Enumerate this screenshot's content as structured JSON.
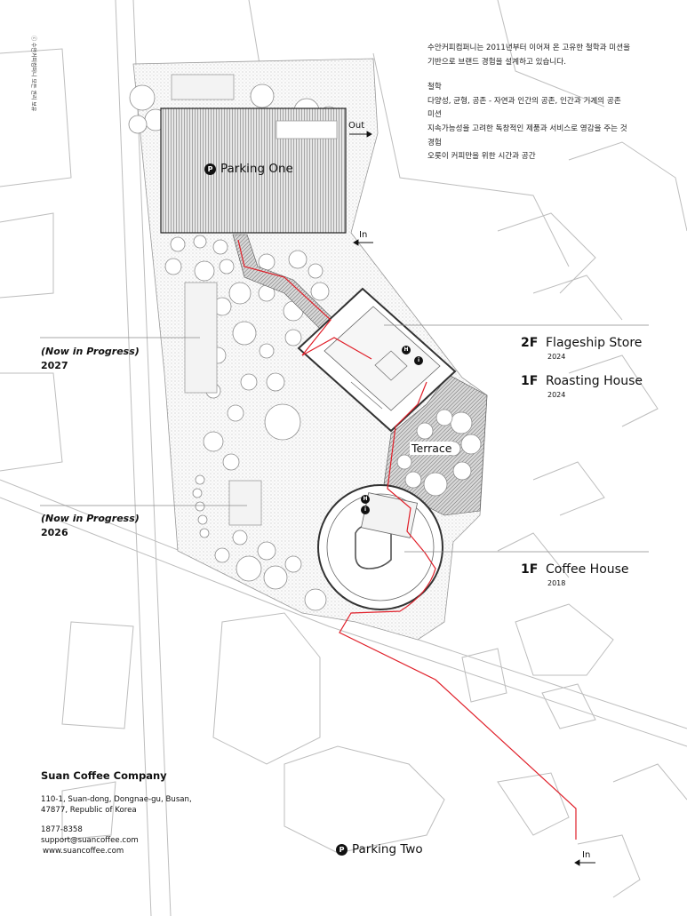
{
  "intro": {
    "lines": [
      "수안커피컴퍼니는 2011년부터 이어져 온 고유한 철학과 미션을",
      "기반으로 브랜드 경험을 설계하고 있습니다."
    ],
    "philosophy_title": "철학",
    "philosophy_line": "다양성, 균형, 공존  -  자연과 인간의 공존, 인간과 기계의 공존",
    "mission_title": "미션",
    "mission_lines": [
      "지속가능성을 고려한 독창적인 제품과 서비스로 영감을 주는 것",
      "경험",
      "오롯이 커피만을 위한 시간과 공간"
    ]
  },
  "copyright": "ⓒ 수안커피컴퍼니 모든 권리 보유",
  "parking": {
    "badge": "P",
    "one": "Parking One",
    "two": "Parking Two"
  },
  "arrows": {
    "out": "Out",
    "in_top": "In",
    "in_bottom": "In"
  },
  "future": [
    {
      "status": "(Now in Progress)",
      "year": "2027"
    },
    {
      "status": "(Now in Progress)",
      "year": "2026"
    }
  ],
  "buildings": [
    {
      "floor": "2F",
      "name": "Flageship Store",
      "year": "2024"
    },
    {
      "floor": "1F",
      "name": "Roasting House",
      "year": "2024"
    },
    {
      "floor": "1F",
      "name": "Coffee House",
      "year": "2018"
    }
  ],
  "terrace": "Terrace",
  "badges": {
    "h": "H",
    "info": "i"
  },
  "company": {
    "name": "Suan Coffee Company",
    "address": [
      "110-1, Suan-dong, Dongnae-gu, Busan,",
      "47877, Republic of Korea"
    ],
    "phone": "1877-8358",
    "email": "support@suancoffee.com",
    "web": "www.suancoffee.com"
  },
  "colors": {
    "route": "#e0202a",
    "outline": "#b8b8b8",
    "building": "#444444",
    "ink": "#111111"
  }
}
